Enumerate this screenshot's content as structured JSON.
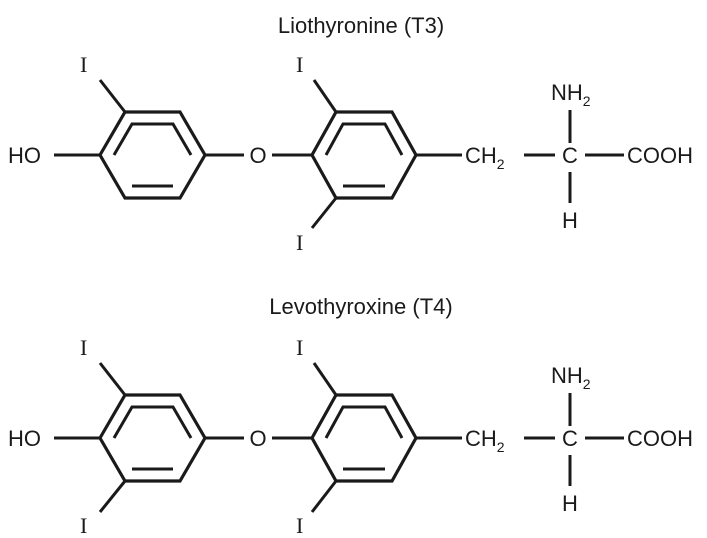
{
  "molecules": [
    {
      "title": "Liothyronine (T3)",
      "hydroxyl": "HO",
      "ether_oxygen": "O",
      "ring1_top_iodine": "I",
      "ring2_top_iodine": "I",
      "ring2_bottom_iodine": "I",
      "methylene": "CH",
      "methylene_sub": "2",
      "alpha_carbon": "C",
      "amine": "NH",
      "amine_sub": "2",
      "hydrogen": "H",
      "carboxyl": "COOH"
    },
    {
      "title": "Levothyroxine (T4)",
      "hydroxyl": "HO",
      "ether_oxygen": "O",
      "ring1_top_iodine": "I",
      "ring1_bottom_iodine": "I",
      "ring2_top_iodine": "I",
      "ring2_bottom_iodine": "I",
      "methylene": "CH",
      "methylene_sub": "2",
      "alpha_carbon": "C",
      "amine": "NH",
      "amine_sub": "2",
      "hydrogen": "H",
      "carboxyl": "COOH"
    }
  ]
}
